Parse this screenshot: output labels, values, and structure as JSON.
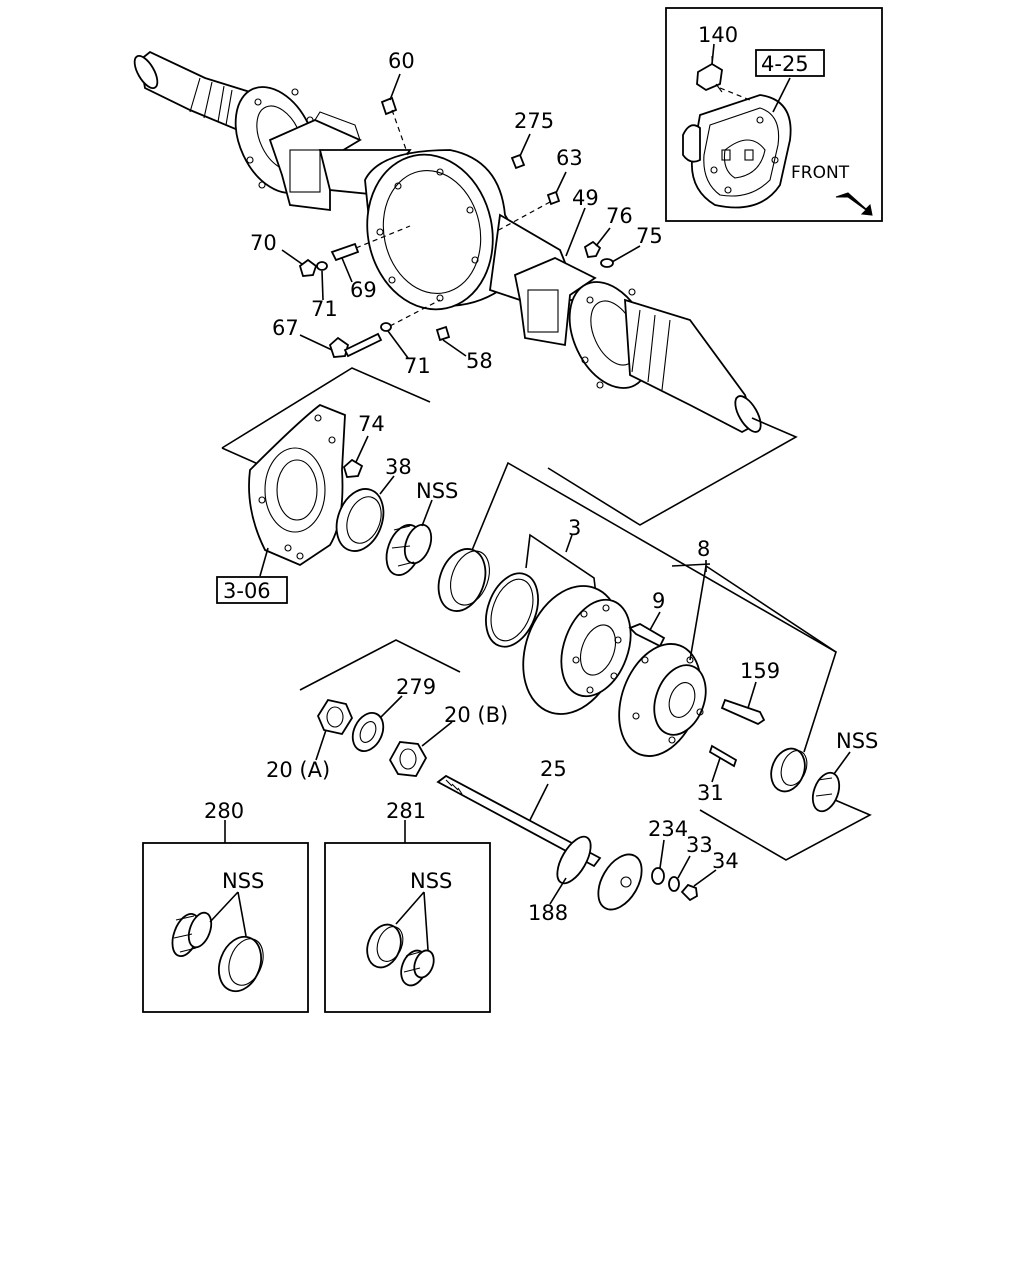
{
  "refs": {
    "ref_3_06": "3-06",
    "ref_4_25": "4-25",
    "front": "FRONT"
  },
  "labels": {
    "p60": "60",
    "p275": "275",
    "p63": "63",
    "p49": "49",
    "p76": "76",
    "p75": "75",
    "p70": "70",
    "p71a": "71",
    "p69": "69",
    "p67": "67",
    "p71b": "71",
    "p58": "58",
    "p140": "140",
    "p74": "74",
    "p38": "38",
    "nss1": "NSS",
    "p3": "3",
    "p8": "8",
    "p9": "9",
    "p159": "159",
    "nss2": "NSS",
    "p279": "279",
    "p20b": "20 (B)",
    "p20a": "20 (A)",
    "p25": "25",
    "p31": "31",
    "p234": "234",
    "p33": "33",
    "p34": "34",
    "p188": "188",
    "p280": "280",
    "p281": "281",
    "nss3": "NSS",
    "nss4": "NSS"
  }
}
